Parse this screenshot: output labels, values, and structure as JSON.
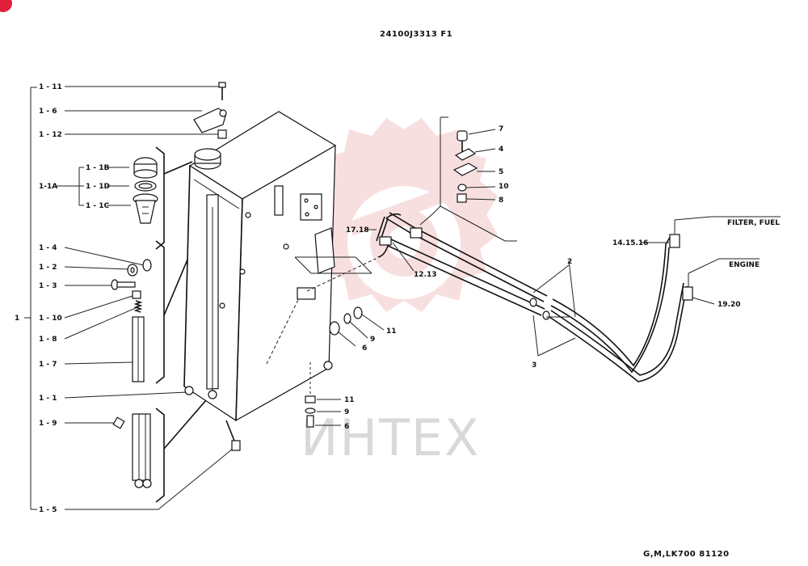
{
  "drawing": {
    "title": "24100J3313 F1",
    "footer": "G,M,LK700 81120",
    "watermark": "ИНТЕХ",
    "colors": {
      "watermark_gear": "#f4c6c6",
      "watermark_text": "#d9d9d9",
      "line": "#222222",
      "corner_badge": "#e0203a"
    }
  },
  "callouts": {
    "c1_11": "1 - 11",
    "c1_6": "1 - 6",
    "c1_12": "1 - 12",
    "c1_1b": "1 - 1B",
    "c1_1a": "1-1A",
    "c1_1d": "1 - 1D",
    "c1_1c": "1 - 1C",
    "c1_4": "1 - 4",
    "c1_2": "1 - 2",
    "c1_3": "1 - 3",
    "c1": "1",
    "c1_10": "1 - 10",
    "c1_8": "1 - 8",
    "c1_7": "1 - 7",
    "c1_1": "1 - 1",
    "c1_9": "1 - 9",
    "c1_5": "1 - 5",
    "c7": "7",
    "c4": "4",
    "c5": "5",
    "c10": "10",
    "c8": "8",
    "c17_18": "17.18",
    "c12_13": "12.13",
    "c11a": "11",
    "c9a": "9",
    "c6a": "6",
    "c11b": "11",
    "c9b": "9",
    "c6b": "6",
    "c2": "2",
    "c3": "3",
    "c14_15_16": "14.15.16",
    "c19_20": "19.20",
    "filter_fuel": "FILTER, FUEL",
    "engine": "ENGINE"
  }
}
